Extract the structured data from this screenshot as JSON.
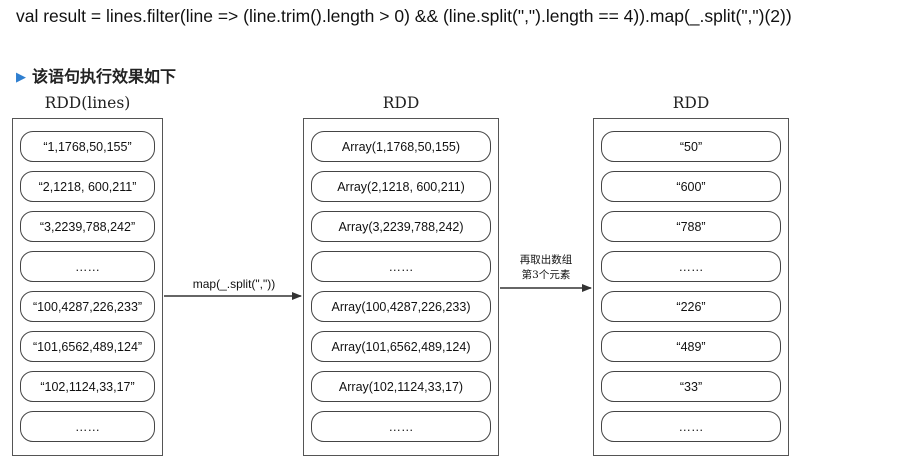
{
  "code": "val result = lines.filter(line => (line.trim().length > 0) && (line.split(\",\").length == 4)).map(_.split(\",\")(2))",
  "heading": "该语句执行效果如下",
  "columns": [
    {
      "title": "RDD(lines)",
      "items": [
        "“1,1768,50,155”",
        "“2,1218, 600,211”",
        "“3,2239,788,242”",
        "……",
        "“100,4287,226,233”",
        "“101,6562,489,124”",
        "“102,1124,33,17”",
        "……"
      ]
    },
    {
      "title": "RDD",
      "items": [
        "Array(1,1768,50,155)",
        "Array(2,1218, 600,211)",
        "Array(3,2239,788,242)",
        "……",
        "Array(100,4287,226,233)",
        "Array(101,6562,489,124)",
        "Array(102,1124,33,17)",
        "……"
      ]
    },
    {
      "title": "RDD",
      "items": [
        "“50”",
        "“600”",
        "“788”",
        "……",
        "“226”",
        "“489”",
        "“33”",
        "……"
      ]
    }
  ],
  "arrows": [
    {
      "label": "map(_.split(\",\"))"
    },
    {
      "label_line1": "再取出数组",
      "label_line2": "第3个元素"
    }
  ]
}
